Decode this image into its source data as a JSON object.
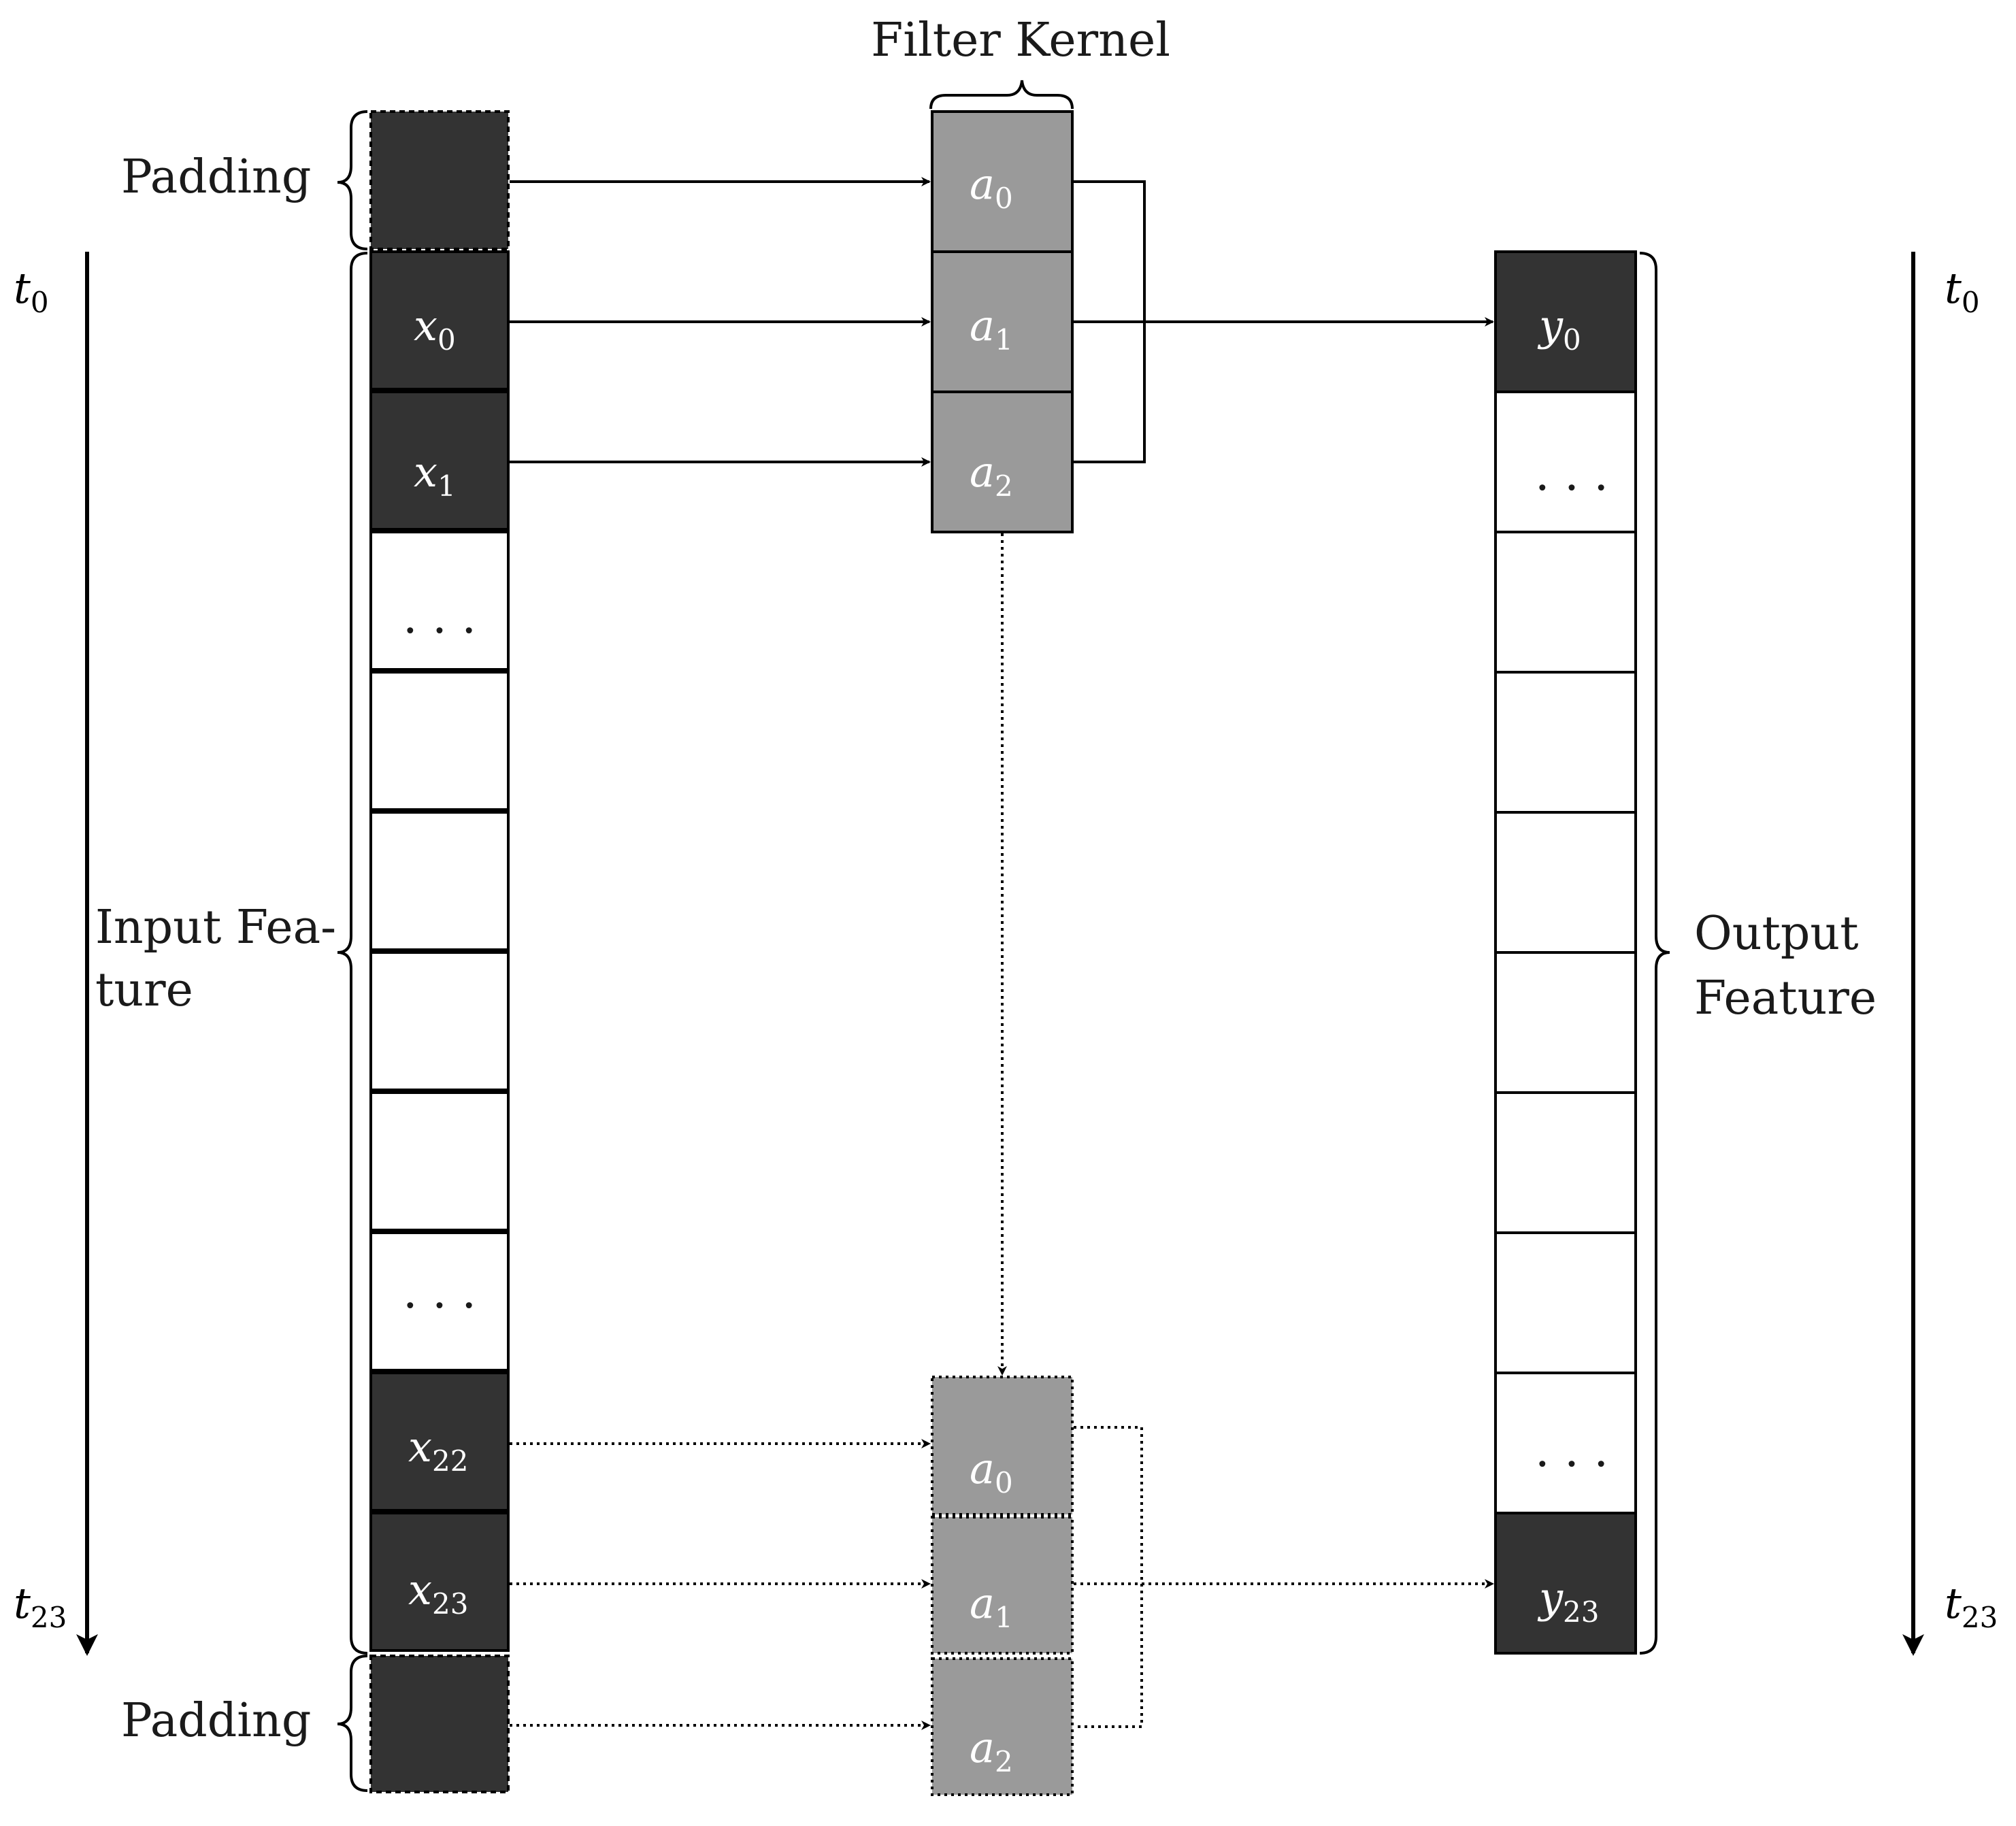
{
  "labels": {
    "filter_kernel": "Filter Kernel",
    "padding_top": "Padding",
    "padding_bottom": "Padding",
    "input_feature_line1": "Input Fea-",
    "input_feature_line2": "ture",
    "output_feature_line1": "Output",
    "output_feature_line2": "Feature"
  },
  "time": {
    "left_start_base": "t",
    "left_start_sub": "0",
    "left_end_base": "t",
    "left_end_sub": "23",
    "right_start_base": "t",
    "right_start_sub": "0",
    "right_end_base": "t",
    "right_end_sub": "23"
  },
  "input_cells": {
    "x0_base": "x",
    "x0_sub": "0",
    "x1_base": "x",
    "x1_sub": "1",
    "dots_top": ". . .",
    "dots_bottom": ". . .",
    "x22_base": "x",
    "x22_sub": "22",
    "x23_base": "x",
    "x23_sub": "23"
  },
  "kernel_top": {
    "a0_base": "a",
    "a0_sub": "0",
    "a1_base": "a",
    "a1_sub": "1",
    "a2_base": "a",
    "a2_sub": "2"
  },
  "kernel_bottom": {
    "a0_base": "a",
    "a0_sub": "0",
    "a1_base": "a",
    "a1_sub": "1",
    "a2_base": "a",
    "a2_sub": "2"
  },
  "output_cells": {
    "y0_base": "y",
    "y0_sub": "0",
    "dots_top": ". . .",
    "dots_bottom": ". . .",
    "y23_base": "y",
    "y23_sub": "23"
  },
  "colors": {
    "dark_cell": "#333333",
    "kernel_cell": "#9a9a9a",
    "empty_cell": "#ffffff",
    "lines": "#000000"
  }
}
